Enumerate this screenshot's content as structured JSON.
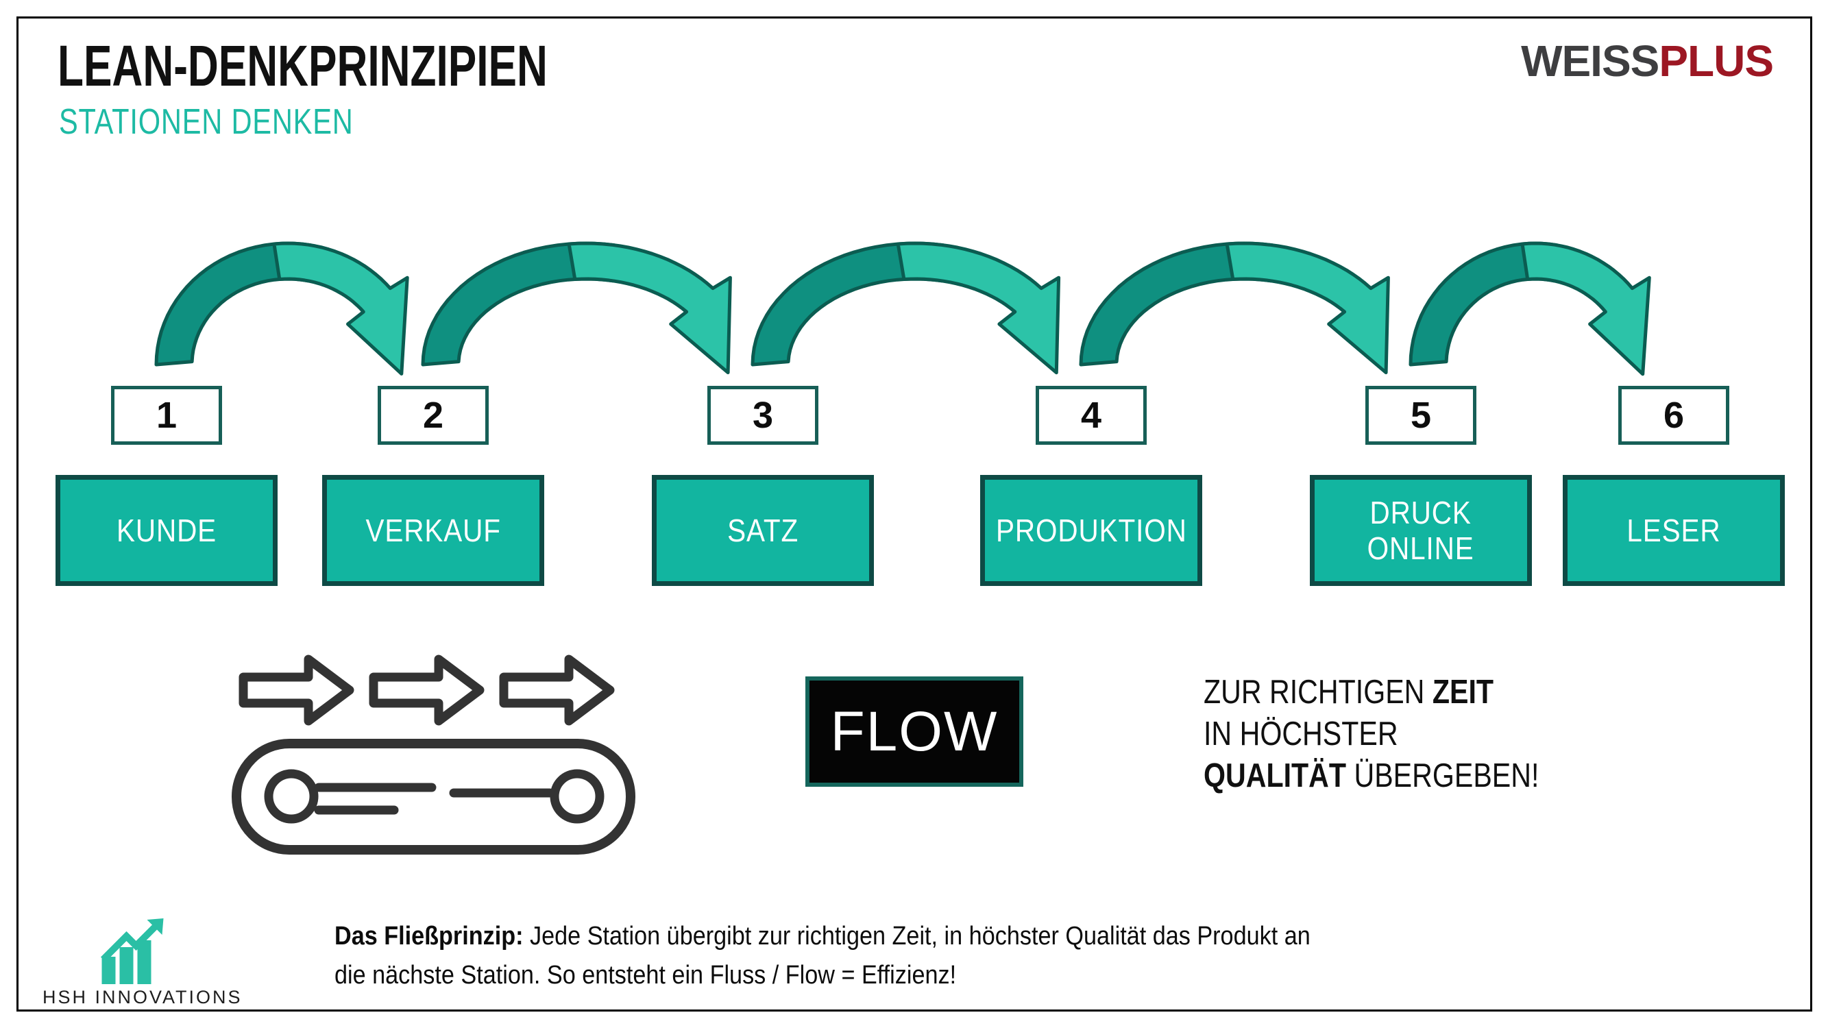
{
  "header": {
    "title": "LEAN-DENKPRINZIPIEN",
    "subtitle": "STATIONEN DENKEN"
  },
  "brand": {
    "part1": "WEISS",
    "part2": "PLUS"
  },
  "stations": [
    {
      "number": "1",
      "label": "KUNDE"
    },
    {
      "number": "2",
      "label": "VERKAUF"
    },
    {
      "number": "3",
      "label": "SATZ"
    },
    {
      "number": "4",
      "label": "PRODUKTION"
    },
    {
      "number": "5",
      "label": "DRUCK\nONLINE"
    },
    {
      "number": "6",
      "label": "LESER"
    }
  ],
  "flow_box": {
    "label": "FLOW"
  },
  "handover": {
    "line1_normal": "ZUR RICHTIGEN ",
    "line1_bold": "ZEIT",
    "line2": "IN HÖCHSTER",
    "line3_bold": "QUALITÄT",
    "line3_normal": " ÜBERGEBEN!"
  },
  "footer": {
    "lead": "Das Fließprinzip:",
    "line1": " Jede Station übergibt zur richtigen Zeit, in höchster Qualität das Produkt an",
    "line2": "die nächste Station. So entsteht ein Fluss / Flow = Effizienz!"
  },
  "logo": {
    "text": "HSH INNOVATIONS"
  },
  "colors": {
    "station_fill": "#12b5a0",
    "station_border": "#0e4a45",
    "arch_dark": "#0f9080",
    "arch_light": "#2cc3a8",
    "arch_outline": "#0b5c51",
    "subtitle_teal": "#1dbaa4",
    "brand_gray": "#3e3e40",
    "brand_red": "#9c1723",
    "flow_bg": "#050505",
    "icon_stroke": "#333333",
    "logo_teal": "#2abfa5"
  }
}
